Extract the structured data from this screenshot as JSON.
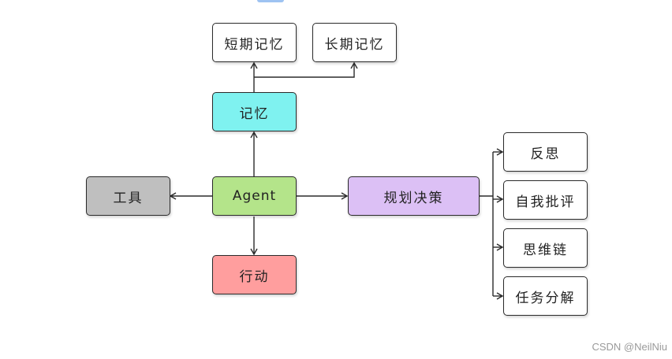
{
  "nodes": {
    "short_term_memory": "短期记忆",
    "long_term_memory": "长期记忆",
    "memory": "记忆",
    "tools": "工具",
    "agent": "Agent",
    "planning": "规划决策",
    "action": "行动",
    "reflection": "反思",
    "self_critique": "自我批评",
    "chain_of_thought": "思维链",
    "task_decomposition": "任务分解"
  },
  "colors": {
    "memory": "#7ff2f0",
    "tools": "#bfbfbf",
    "agent": "#b4e48a",
    "planning": "#dcc0f5",
    "action": "#ff9e9e",
    "plain": "#ffffff",
    "stroke": "#2b2b2b"
  },
  "watermark": "CSDN @NeilNiu"
}
